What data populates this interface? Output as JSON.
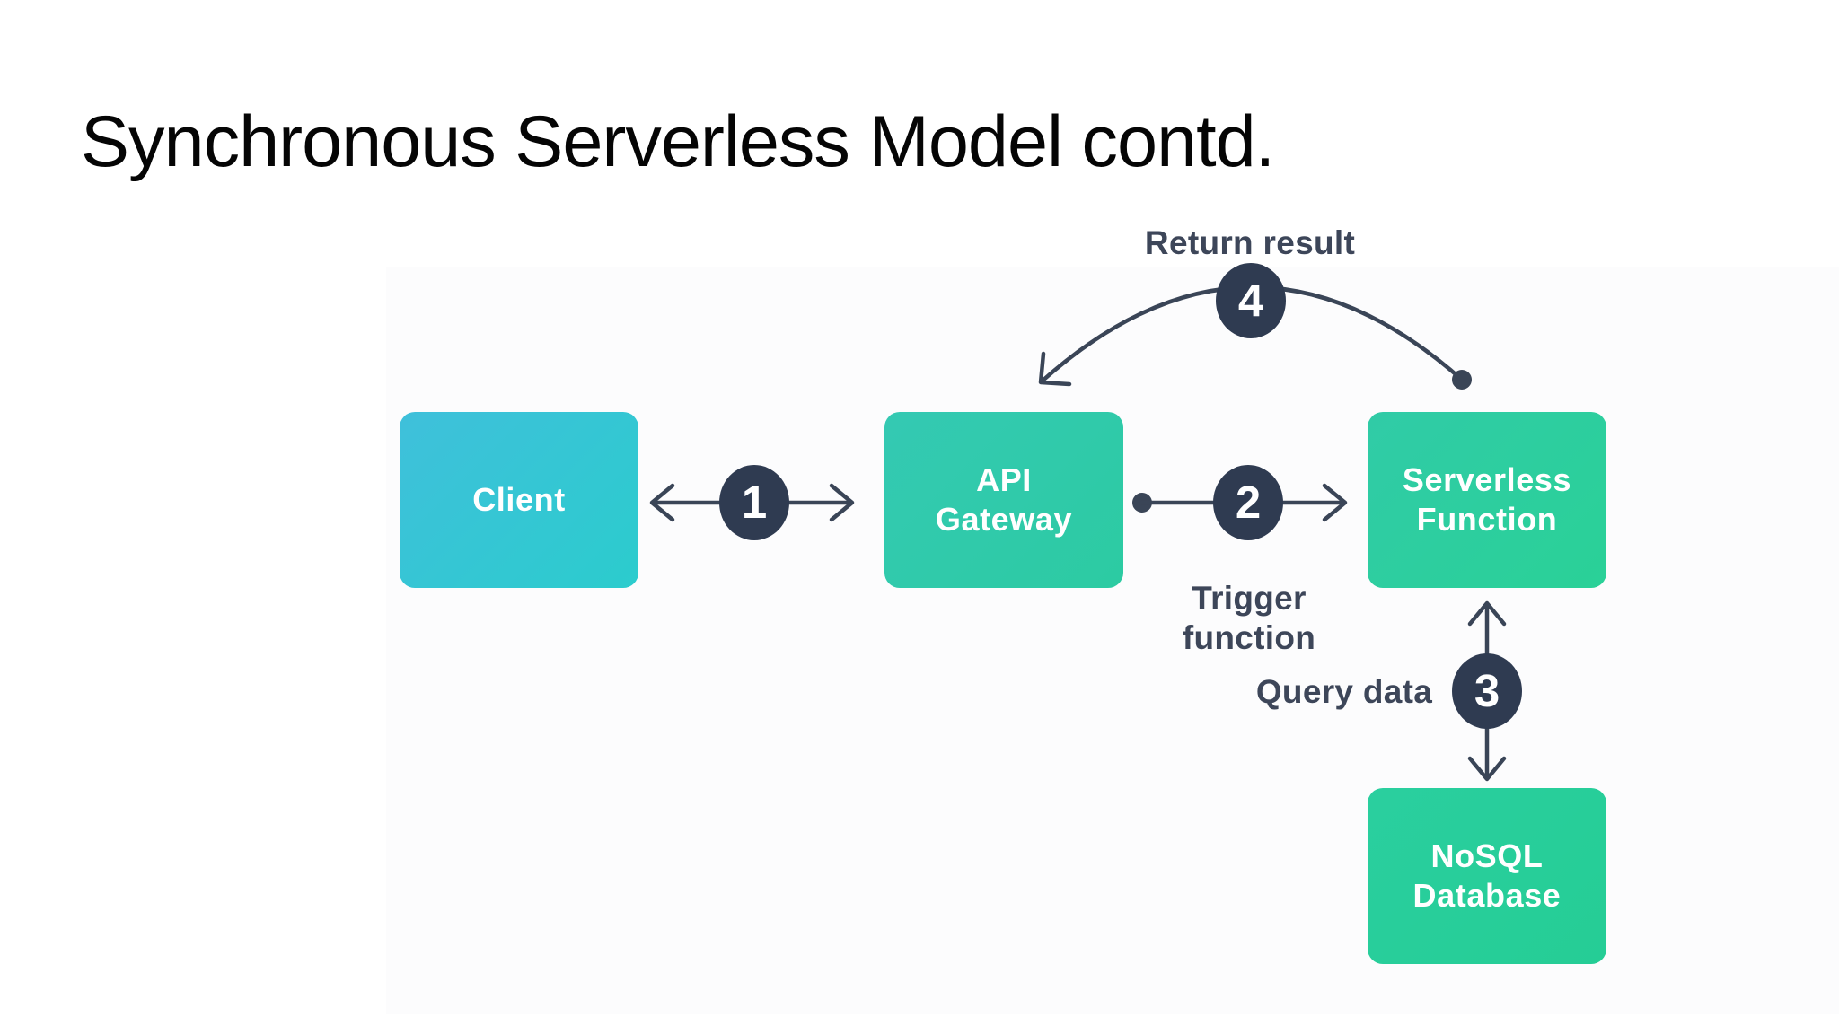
{
  "slide": {
    "title": "Synchronous Serverless Model contd."
  },
  "diagram": {
    "nodes": [
      {
        "id": "client",
        "label": "Client"
      },
      {
        "id": "api-gateway",
        "label": "API\nGateway"
      },
      {
        "id": "serverless-function",
        "label": "Serverless\nFunction"
      },
      {
        "id": "nosql-database",
        "label": "NoSQL\nDatabase"
      }
    ],
    "steps": [
      {
        "number": "1",
        "label": ""
      },
      {
        "number": "2",
        "label": "Trigger\nfunction"
      },
      {
        "number": "3",
        "label": "Query data"
      },
      {
        "number": "4",
        "label": "Return result"
      }
    ],
    "colors": {
      "client_box": "#35c6d6",
      "api_gateway_box": "#2fc9ab",
      "serverless_function_box": "#2ccea0",
      "nosql_database_box": "#27ce9a",
      "step_circle": "#2f3b51",
      "connector": "#3a4557",
      "edge_label_text": "#3d4659",
      "title_text": "#050505",
      "background": "#ffffff"
    }
  }
}
